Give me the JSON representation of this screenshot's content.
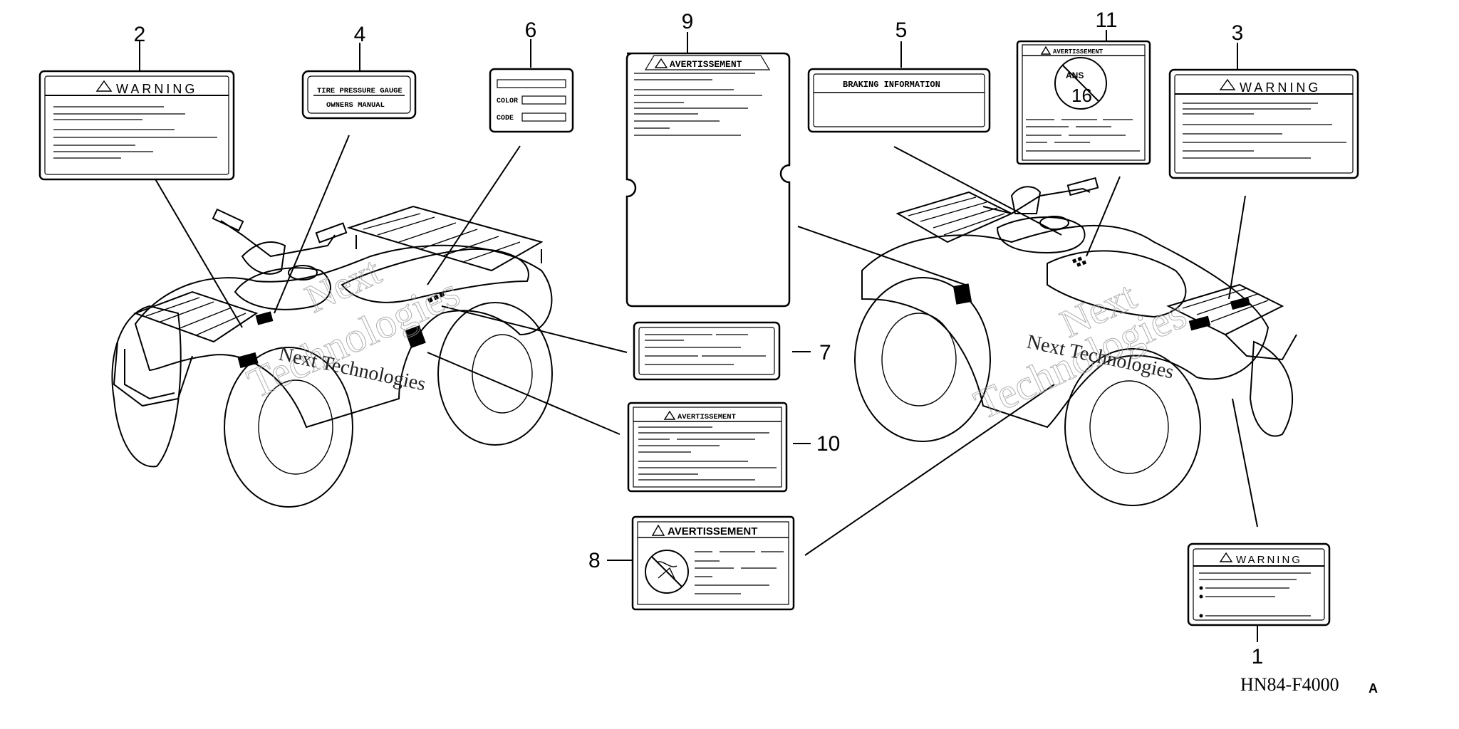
{
  "callouts": {
    "c1": "1",
    "c2": "2",
    "c3": "3",
    "c4": "4",
    "c5": "5",
    "c6": "6",
    "c7": "7",
    "c8": "8",
    "c9": "9",
    "c10": "10",
    "c11": "11"
  },
  "labels": {
    "warning": "WARNING",
    "avertissement": "AVERTISSEMENT",
    "tire_gauge_line1": "TIRE PRESSURE GAUGE",
    "tire_gauge_line2": "OWNERS MANUAL",
    "color": "COLOR",
    "code": "CODE",
    "braking": "BRAKING INFORMATION",
    "age_number": "16",
    "age_text": "ANS"
  },
  "watermark": {
    "text1": "Next",
    "text2": "Technologies",
    "text3": "Next Technologies"
  },
  "diagram_code": "HN84-F4000",
  "diagram_code_suffix": "A"
}
